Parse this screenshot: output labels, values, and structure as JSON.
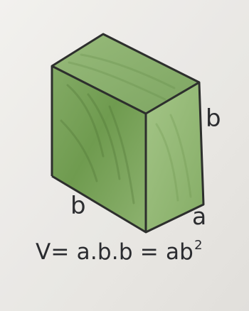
{
  "image": {
    "labels": {
      "height_right": "b",
      "length_bottom": "b",
      "width_front": "a"
    },
    "formula": {
      "base": "V= a.b.b = ab",
      "exponent": "2"
    },
    "colors": {
      "paper": "#e9e8e6",
      "outline": "#2d2f2d",
      "face_front": "#7fa65d",
      "face_top": "#8cb170",
      "face_side": "#96bb77",
      "ink": "#2a2b2f"
    }
  }
}
